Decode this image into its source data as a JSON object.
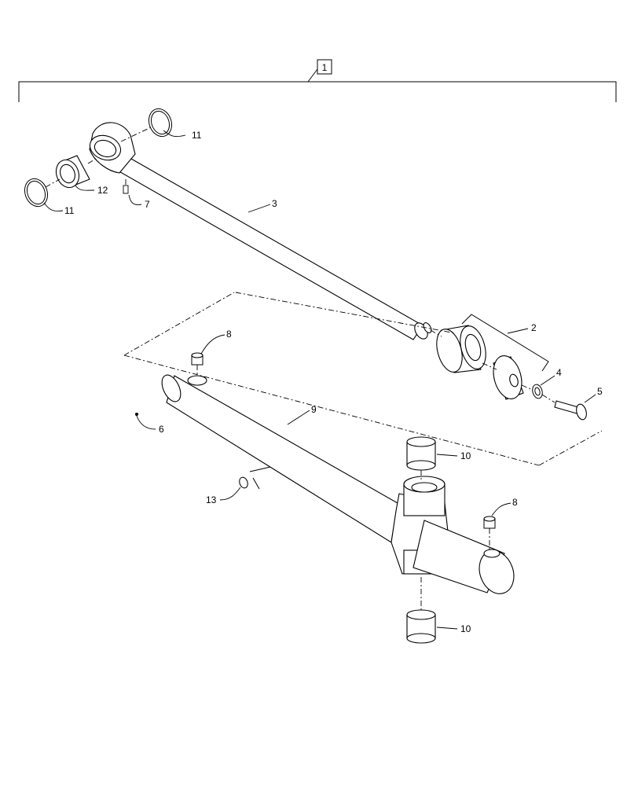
{
  "diagram": {
    "callouts": {
      "assembly": "1",
      "piston": "2",
      "rod": "3",
      "seal_washer": "4",
      "bolt": "5",
      "fitting_6": "6",
      "fitting_7": "7",
      "plug_top": "8",
      "plug_bottom": "8",
      "barrel": "9",
      "bushing_top": "10",
      "bushing_bottom": "10",
      "snap_ring_right": "11",
      "snap_ring_left": "11",
      "bearing": "12",
      "o_ring": "13"
    }
  }
}
